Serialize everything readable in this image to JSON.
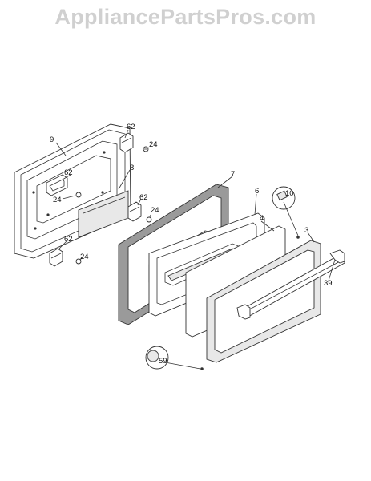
{
  "watermark": "AppliancePartsPros.com",
  "parts": [
    {
      "id": "door-liner",
      "label": "9"
    },
    {
      "id": "hinge-upper-right",
      "label": "62"
    },
    {
      "id": "screw-upper-right",
      "label": "24"
    },
    {
      "id": "hinge-inner",
      "label": "62"
    },
    {
      "id": "screw-inner",
      "label": "24"
    },
    {
      "id": "insulation",
      "label": "8"
    },
    {
      "id": "hinge-middle",
      "label": "62"
    },
    {
      "id": "screw-middle",
      "label": "24"
    },
    {
      "id": "hinge-lower",
      "label": "62"
    },
    {
      "id": "screw-lower",
      "label": "24"
    },
    {
      "id": "door-panel",
      "label": "7"
    },
    {
      "id": "inner-glass",
      "label": "6"
    },
    {
      "id": "outer-glass",
      "label": "4"
    },
    {
      "id": "glass-frame",
      "label": "3"
    },
    {
      "id": "handle",
      "label": "39"
    },
    {
      "id": "bumper",
      "label": "10"
    },
    {
      "id": "knob",
      "label": "59"
    }
  ]
}
